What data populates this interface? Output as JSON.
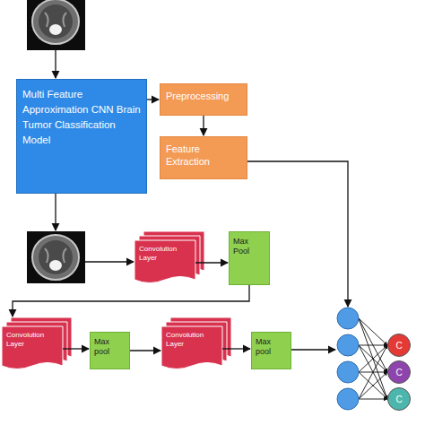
{
  "diagram": {
    "nodes": [
      {
        "text": [
          "Multi Feature Approximation CNN Brain Tumor Classification Model"
        ]
      },
      {
        "text": [
          "Preprocessing"
        ]
      },
      {
        "text": [
          "Feature Extraction"
        ]
      },
      {
        "text": [
          "Convolution Layer"
        ]
      },
      {
        "text": [
          "Max Pool"
        ]
      },
      {
        "text": [
          "Convolution Layer"
        ]
      },
      {
        "text": [
          "Max pool"
        ]
      },
      {
        "text": [
          "Convolution Layer"
        ]
      },
      {
        "text": [
          "Max pool"
        ]
      },
      {
        "text": [
          "C"
        ]
      },
      {
        "text": [
          "C"
        ]
      },
      {
        "text": [
          "C"
        ]
      }
    ],
    "edges": [
      {
        "from": 0,
        "to": 1,
        "arrow": "to"
      },
      {
        "from": 1,
        "to": 2,
        "arrow": "to"
      },
      {
        "from": 3,
        "to": 4,
        "arrow": "to"
      },
      {
        "from": 4,
        "to": 5,
        "arrow": "to"
      },
      {
        "from": 5,
        "to": 6,
        "arrow": "to"
      },
      {
        "from": 6,
        "to": 7,
        "arrow": "to"
      },
      {
        "from": 7,
        "to": 8,
        "arrow": "to"
      }
    ]
  }
}
